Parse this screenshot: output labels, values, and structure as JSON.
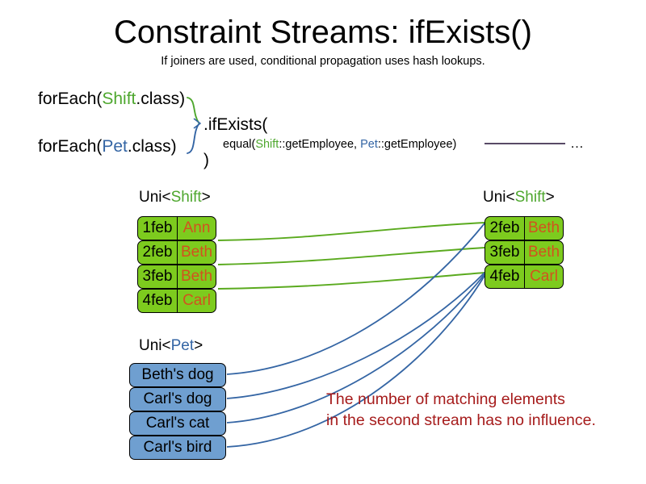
{
  "slide": {
    "title": "Constraint Streams: ifExists()",
    "subtitle": "If joiners are used, conditional propagation uses hash lookups.",
    "background": "#ffffff"
  },
  "colors": {
    "shift_accent": "#4EA72E",
    "pet_accent": "#3465A4",
    "shift_box_fill": "#7DCB1E",
    "pet_box_fill": "#6F9FD0",
    "name_text": "#D2521E",
    "note_text": "#A61C1C",
    "green_edge": "#5AAA1E",
    "blue_edge": "#3465A4",
    "rule_line": "#403050"
  },
  "code": {
    "foreach_shift": {
      "prefix": "forEach(",
      "type": "Shift",
      "suffix": ".class)"
    },
    "foreach_pet": {
      "prefix": "forEach(",
      "type": "Pet",
      "suffix": ".class)"
    },
    "if_exists": ".ifExists(",
    "equal": {
      "prefix": "equal(",
      "left_type": "Shift",
      "left_method": "::getEmployee, ",
      "right_type": "Pet",
      "right_method": "::getEmployee)"
    },
    "close_paren": ")",
    "ellipsis": "…"
  },
  "streams": {
    "left_shift": {
      "label_prefix": "Uni<",
      "label_type": "Shift",
      "label_suffix": ">",
      "rows": [
        {
          "date": "1feb",
          "name": "Ann"
        },
        {
          "date": "2feb",
          "name": "Beth"
        },
        {
          "date": "3feb",
          "name": "Beth"
        },
        {
          "date": "4feb",
          "name": "Carl"
        }
      ]
    },
    "right_shift": {
      "label_prefix": "Uni<",
      "label_type": "Shift",
      "label_suffix": ">",
      "rows": [
        {
          "date": "2feb",
          "name": "Beth"
        },
        {
          "date": "3feb",
          "name": "Beth"
        },
        {
          "date": "4feb",
          "name": "Carl"
        }
      ]
    },
    "left_pet": {
      "label_prefix": "Uni<",
      "label_type": "Pet",
      "label_suffix": ">",
      "rows": [
        {
          "name": "Beth's dog"
        },
        {
          "name": "Carl's dog"
        },
        {
          "name": "Carl's cat"
        },
        {
          "name": "Carl's bird"
        }
      ]
    }
  },
  "annotation": {
    "note": "The number of matching elements\nin the second stream has no influence."
  }
}
